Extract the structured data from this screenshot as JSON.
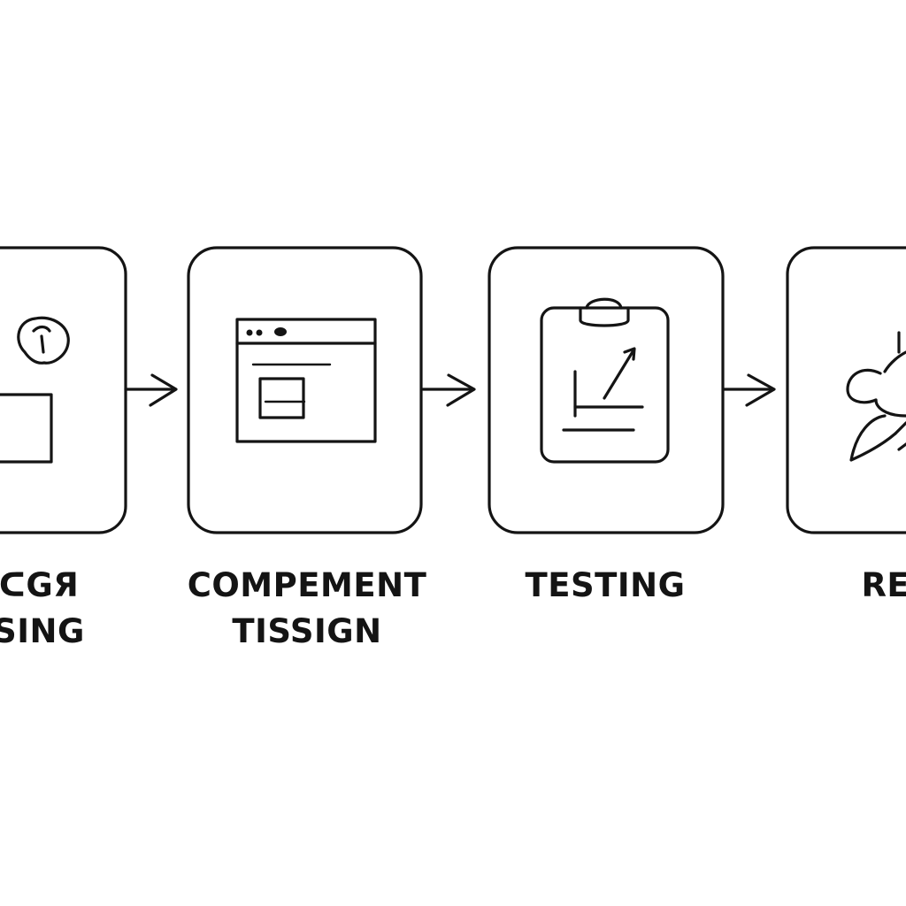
{
  "steps": [
    {
      "line1": "ᑕGЯ",
      "line2": "SING",
      "icon": "lightbulb-screen-icon"
    },
    {
      "line1": "COMPEMENT",
      "line2": "TISSIGN",
      "icon": "browser-window-icon"
    },
    {
      "line1": "TESTING",
      "line2": "",
      "icon": "clipboard-chart-icon"
    },
    {
      "line1": "RELI",
      "line2": "",
      "icon": "rocket-icon"
    }
  ],
  "colors": {
    "stroke": "#141414",
    "background": "#ffffff"
  }
}
